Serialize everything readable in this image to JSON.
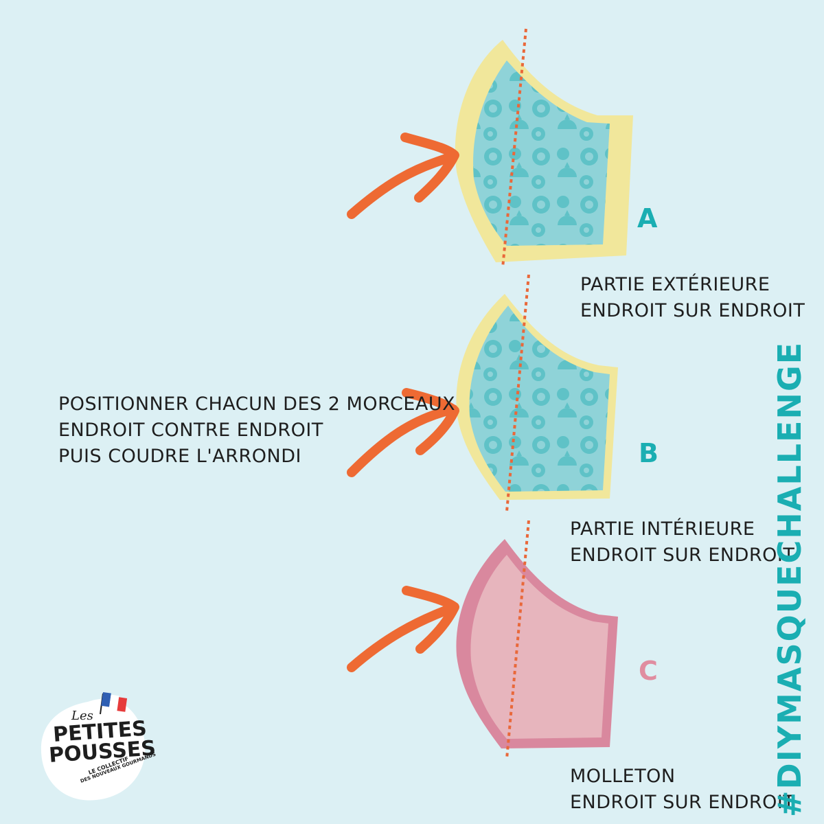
{
  "instruction": {
    "lines": [
      "POSITIONNER CHACUN DES 2 MORCEAUX",
      "ENDROIT CONTRE ENDROIT",
      "PUIS COUDRE L'ARRONDI"
    ]
  },
  "pieces": [
    {
      "letter": "A",
      "lines": [
        "PARTIE EXTÉRIEURE",
        "ENDROIT SUR ENDROIT"
      ],
      "fabric": "fruit-pattern",
      "fill": "#8fd3d8",
      "edge": "#f1e79b"
    },
    {
      "letter": "B",
      "lines": [
        "PARTIE INTÉRIEURE",
        "ENDROIT SUR ENDROIT"
      ],
      "fabric": "fruit-pattern",
      "fill": "#8fd3d8",
      "edge": "#f1e79b"
    },
    {
      "letter": "C",
      "lines": [
        "MOLLETON",
        "ENDROIT SUR ENDROIT"
      ],
      "fabric": "plain",
      "fill": "#e7b5bd",
      "edge": "#d9889e"
    }
  ],
  "hashtag": "#DIYMASQUECHALLENGE",
  "logo": {
    "line1": "Les",
    "line2": "PETITES",
    "line3": "POUSSES",
    "tagline1": "LE COLLECTIF",
    "tagline2": "DES NOUVEAUX GOURMANDS"
  },
  "colors": {
    "background": "#dcf0f4",
    "arrow": "#ee6a33",
    "seam": "#e9683a",
    "accent": "#1aaeb2",
    "pink_letter": "#e08da0"
  }
}
